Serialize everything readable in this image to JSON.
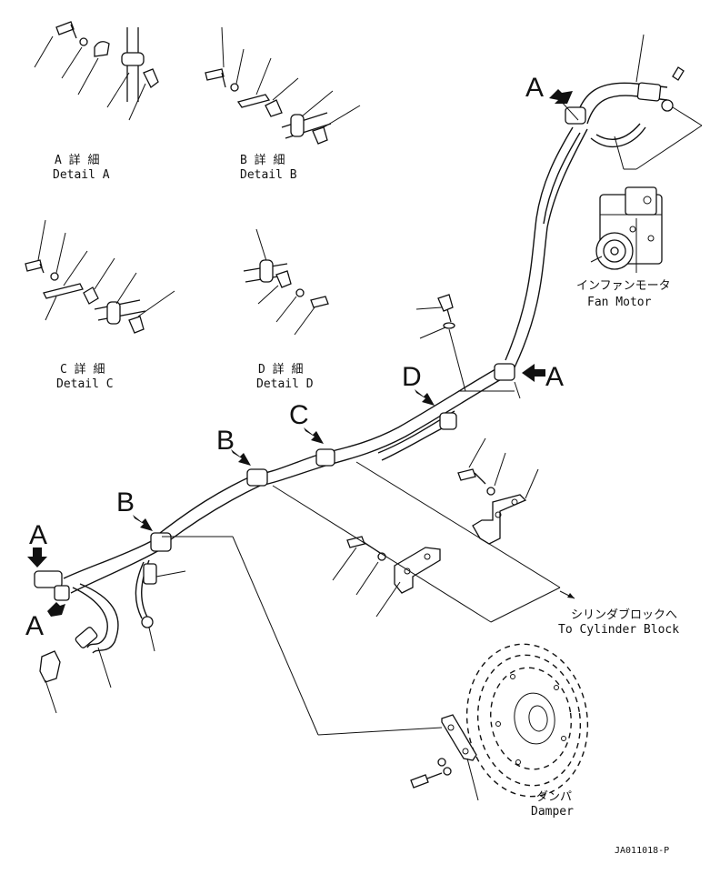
{
  "details": {
    "a": {
      "jp": "A 詳 細",
      "en": "Detail A"
    },
    "b": {
      "jp": "B 詳 細",
      "en": "Detail B"
    },
    "c": {
      "jp": "C 詳 細",
      "en": "Detail C"
    },
    "d": {
      "jp": "D 詳 細",
      "en": "Detail D"
    }
  },
  "callouts": {
    "a_top": "A",
    "a_mid": "A",
    "a_left_top": "A",
    "a_left_bottom": "A",
    "b_upper": "B",
    "b_lower": "B",
    "c": "C",
    "d": "D"
  },
  "labels": {
    "fan_motor_jp": "インファンモータ",
    "fan_motor_en": "Fan Motor",
    "cylinder_jp": "シリンダブロックへ",
    "cylinder_en": "To Cylinder Block",
    "damper_jp": "ダンパ",
    "damper_en": "Damper"
  },
  "drawing_ref": "JA011018-P"
}
